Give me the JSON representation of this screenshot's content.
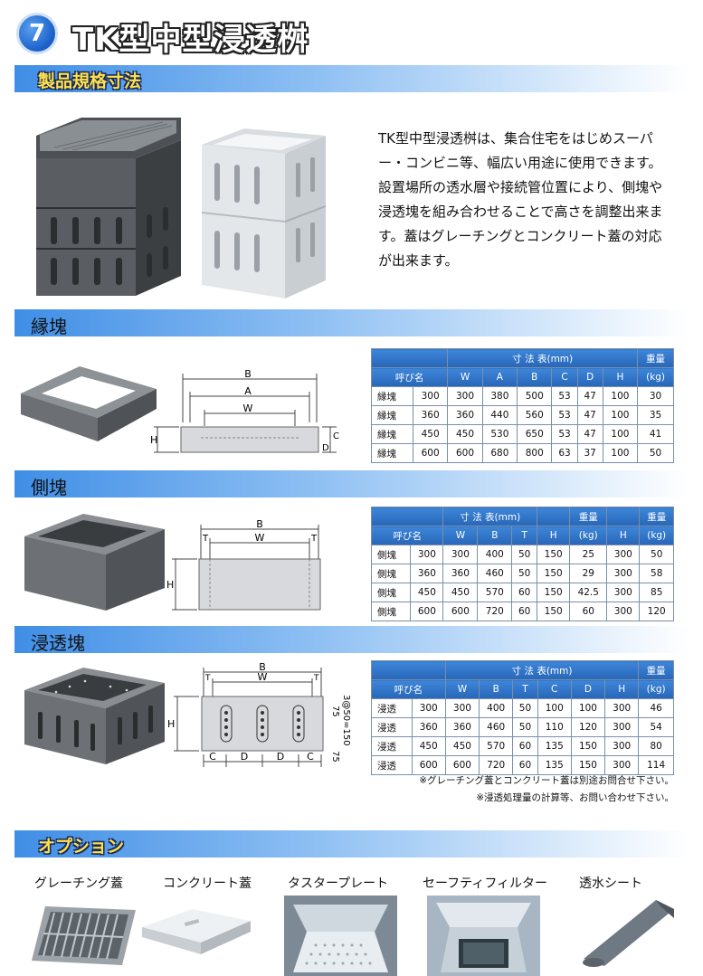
{
  "header": {
    "number": "7",
    "title": "TK型中型浸透桝"
  },
  "sections": {
    "spec": "製品規格寸法",
    "rim": "縁塊",
    "side": "側塊",
    "perm": "浸透塊",
    "option": "オプション"
  },
  "intro": "TK型中型浸透桝は、集合住宅をはじめスーパー・コンビニ等、幅広い用途に使用できます。設置場所の透水層や接続管位置により、側塊や浸透塊を組み合わせることで高さを調整出来ます。蓋はグレーチングとコンクリート蓋の対応が出来ます。",
  "diagram_labels": {
    "B": "B",
    "A": "A",
    "W": "W",
    "H": "H",
    "C": "C",
    "D": "D",
    "T": "T",
    "dim75": "75",
    "dim3at": "3@50=150"
  },
  "rim_table": {
    "group": "寸 法 表(mm)",
    "weight": "重量",
    "unit": "(kg)",
    "headers": [
      "呼び名",
      "W",
      "A",
      "B",
      "C",
      "D",
      "H"
    ],
    "rows": [
      [
        "縁塊",
        "300",
        "300",
        "380",
        "500",
        "53",
        "47",
        "100",
        "30"
      ],
      [
        "縁塊",
        "360",
        "360",
        "440",
        "560",
        "53",
        "47",
        "100",
        "35"
      ],
      [
        "縁塊",
        "450",
        "450",
        "530",
        "650",
        "53",
        "47",
        "100",
        "41"
      ],
      [
        "縁塊",
        "600",
        "600",
        "680",
        "800",
        "63",
        "37",
        "100",
        "50"
      ]
    ]
  },
  "side_table": {
    "group": "寸 法 表(mm)",
    "weight": "重量",
    "unit": "(kg)",
    "headers": [
      "呼び名",
      "W",
      "B",
      "T",
      "H",
      "H"
    ],
    "rows": [
      [
        "側塊",
        "300",
        "300",
        "400",
        "50",
        "150",
        "25",
        "300",
        "50"
      ],
      [
        "側塊",
        "360",
        "360",
        "460",
        "50",
        "150",
        "29",
        "300",
        "58"
      ],
      [
        "側塊",
        "450",
        "450",
        "570",
        "60",
        "150",
        "42.5",
        "300",
        "85"
      ],
      [
        "側塊",
        "600",
        "600",
        "720",
        "60",
        "150",
        "60",
        "300",
        "120"
      ]
    ]
  },
  "perm_table": {
    "group": "寸 法 表(mm)",
    "weight": "重量",
    "unit": "(kg)",
    "headers": [
      "呼び名",
      "W",
      "B",
      "T",
      "C",
      "D",
      "H"
    ],
    "rows": [
      [
        "浸透",
        "300",
        "300",
        "400",
        "50",
        "100",
        "100",
        "300",
        "46"
      ],
      [
        "浸透",
        "360",
        "360",
        "460",
        "50",
        "110",
        "120",
        "300",
        "54"
      ],
      [
        "浸透",
        "450",
        "450",
        "570",
        "60",
        "135",
        "150",
        "300",
        "80"
      ],
      [
        "浸透",
        "600",
        "600",
        "720",
        "60",
        "135",
        "150",
        "300",
        "114"
      ]
    ]
  },
  "notes": [
    "※グレーチング蓋とコンクリート蓋は別途お問合せ下さい。",
    "※浸透処理量の計算等、お問い合わせ下さい。"
  ],
  "options": [
    "グレーチング蓋",
    "コンクリート蓋",
    "タスタープレート",
    "セーフティフィルター",
    "透水シート"
  ],
  "colors": {
    "band_start": "#3f8ee6",
    "table_header": "#2866b8",
    "concrete": "#707478"
  }
}
